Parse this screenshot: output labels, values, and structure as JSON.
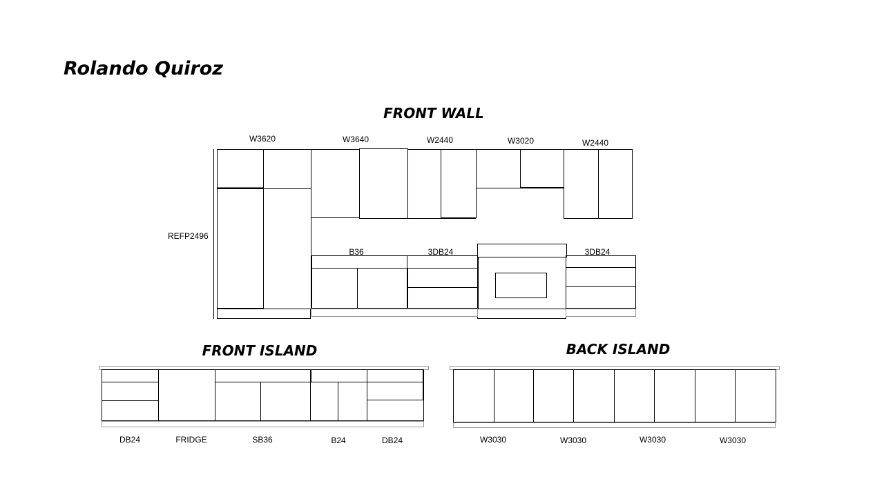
{
  "author": "Rolando Quiroz",
  "front_wall": {
    "title": "FRONT WALL",
    "labels": {
      "w3620": "W3620",
      "w3640": "W3640",
      "w2440_a": "W2440",
      "w3020": "W3020",
      "w2440_b": "W2440",
      "refp": "REFP2496",
      "b36": "B36",
      "db_a": "3DB24",
      "db_b": "3DB24"
    }
  },
  "front_island": {
    "title": "FRONT ISLAND",
    "labels": [
      "DB24",
      "FRIDGE",
      "SB36",
      "B24",
      "DB24"
    ]
  },
  "back_island": {
    "title": "BACK ISLAND",
    "labels": [
      "W3030",
      "W3030",
      "W3030",
      "W3030"
    ]
  }
}
